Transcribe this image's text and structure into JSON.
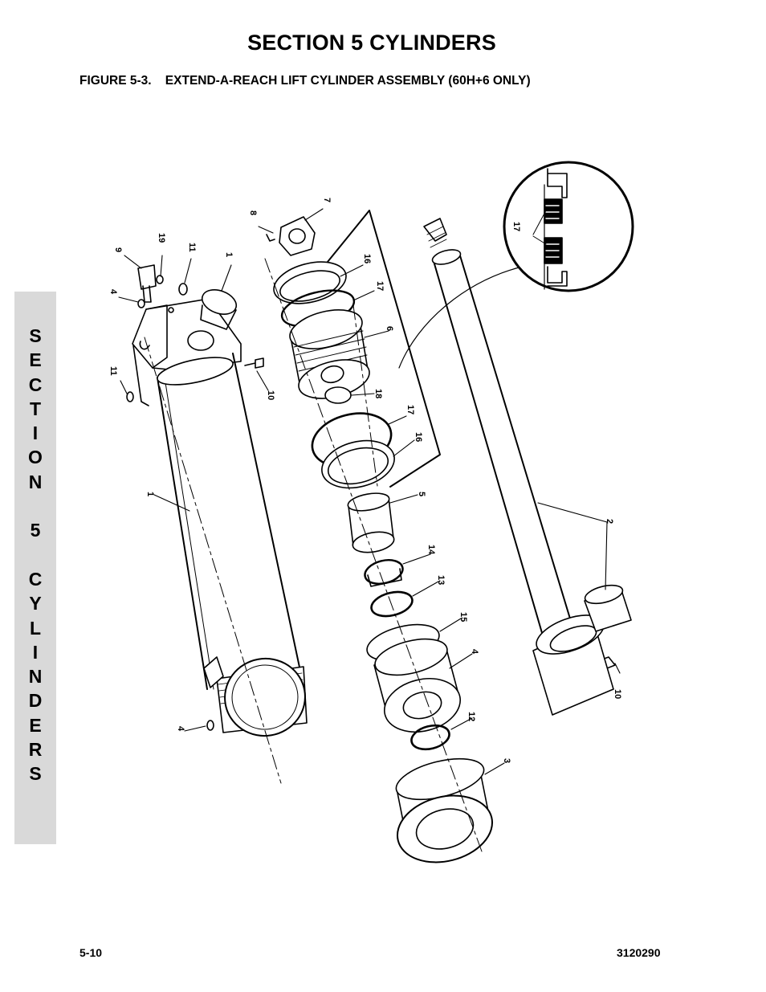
{
  "header": {
    "section_title": "SECTION 5  CYLINDERS",
    "figure_title": "FIGURE 5-3.    EXTEND-A-REACH LIFT CYLINDER ASSEMBLY (60H+6 ONLY)"
  },
  "side_tab": {
    "letters": [
      "S",
      "E",
      "C",
      "T",
      "I",
      "O",
      "N",
      "",
      "5",
      "",
      "C",
      "Y",
      "L",
      "I",
      "N",
      "D",
      "E",
      "R",
      "S"
    ]
  },
  "callouts": {
    "c8": "8",
    "c7": "7",
    "c19": "19",
    "c11a": "11",
    "c9": "9",
    "c1a": "1",
    "c4a": "4",
    "c16a": "16",
    "c17a": "17",
    "c6": "6",
    "c11b": "11",
    "c10a": "10",
    "c18": "18",
    "c17b": "17",
    "c16b": "16",
    "c1b": "1",
    "c5": "5",
    "c14": "14",
    "c13": "13",
    "c15": "15",
    "c4b": "4",
    "c12": "12",
    "c3": "3",
    "c4c": "4",
    "c2": "2",
    "c10b": "10",
    "c17c": "17"
  },
  "footer": {
    "page_number": "5-10",
    "doc_number": "3120290"
  }
}
